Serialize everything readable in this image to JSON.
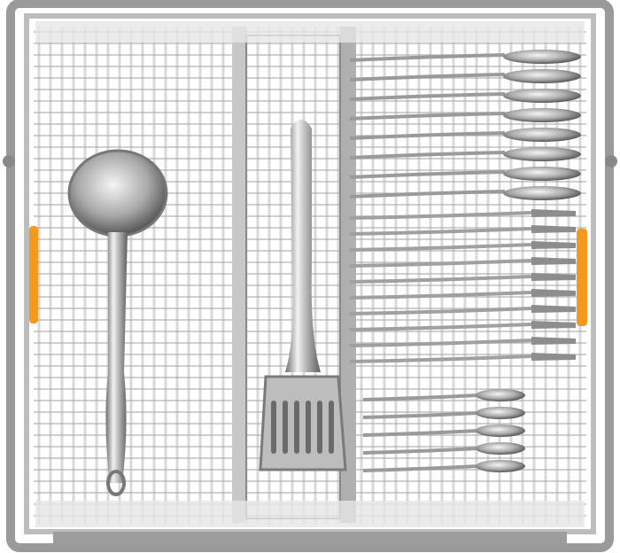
{
  "image": {
    "subject": "dishwasher-cutlery-tray",
    "colors": {
      "background": "#ffffff",
      "frame": "#9a9a9a",
      "wire": "#d9d9d9",
      "wire_shadow": "#a8a8a8",
      "handle_accent": "#f39a1e",
      "steel_light": "#e8e8e8",
      "steel_dark": "#6e6e6e"
    },
    "items": [
      {
        "name": "ladle",
        "count": 1
      },
      {
        "name": "spatula",
        "count": 1
      },
      {
        "name": "spoon",
        "count": 8
      },
      {
        "name": "fork",
        "count": 10
      },
      {
        "name": "teaspoon",
        "count": 5
      }
    ]
  }
}
